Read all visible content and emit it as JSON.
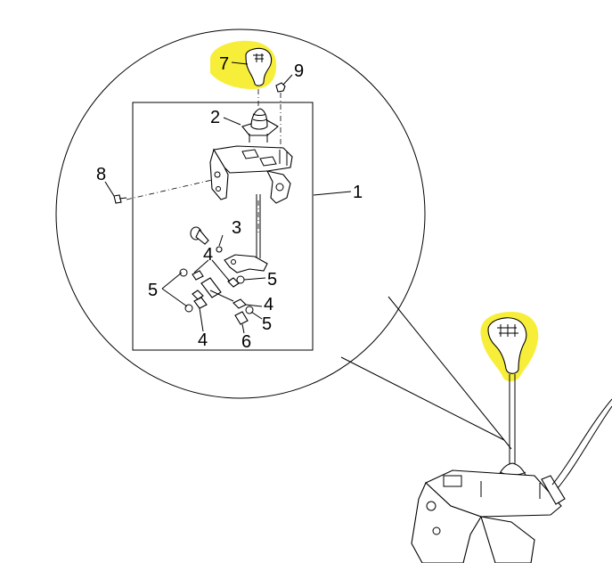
{
  "callouts": {
    "c1": "1",
    "c2": "2",
    "c3": "3",
    "c4a": "4",
    "c4b": "4",
    "c4c": "4",
    "c5a": "5",
    "c5b": "5",
    "c5c": "5",
    "c6": "6",
    "c7": "7",
    "c8": "8",
    "c9": "9"
  },
  "highlight_color": "#f7ee3a",
  "icons": {
    "gear_knob": "gear-knob-icon",
    "gear_knob_installed": "gear-knob-installed-icon"
  }
}
